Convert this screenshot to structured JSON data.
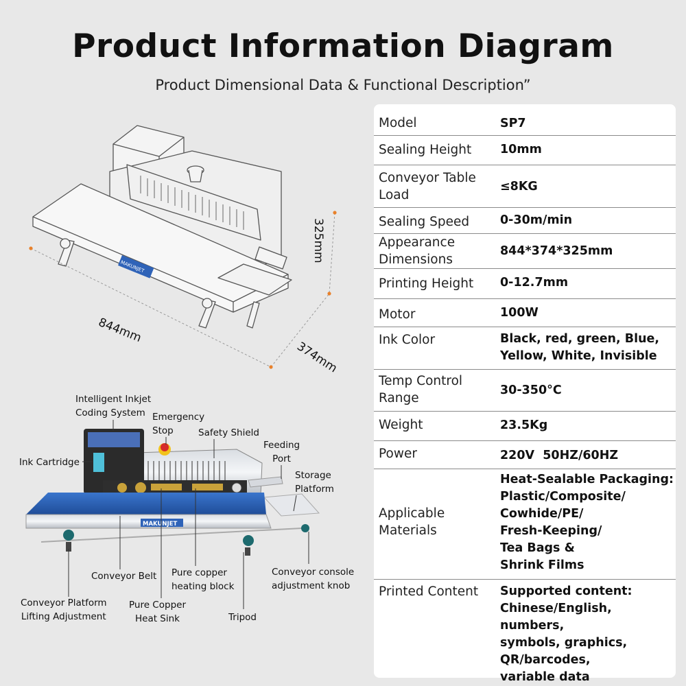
{
  "header": {
    "title": "Product Information Diagram",
    "subtitle": "Product Dimensional Data & Functional Description”"
  },
  "dimensions": {
    "length": "844mm",
    "width": "374mm",
    "height": "325mm"
  },
  "machine_logo": "MAKUNJET",
  "callouts": {
    "inkjet": [
      "Intelligent Inkjet",
      "Coding System"
    ],
    "emergency": [
      "Emergency",
      "Stop"
    ],
    "shield": "Safety Shield",
    "feeding": [
      "Feeding",
      "Port"
    ],
    "cartridge": "Ink Cartridge",
    "storage": [
      "Storage",
      "Platform"
    ],
    "belt": "Conveyor Belt",
    "copper_block": [
      "Pure copper",
      "heating block"
    ],
    "knob": [
      "Conveyor console",
      "adjustment knob"
    ],
    "lifting": [
      "Conveyor Platform",
      "Lifting Adjustment"
    ],
    "heatsink": [
      "Pure Copper",
      "Heat Sink"
    ],
    "tripod": "Tripod"
  },
  "specs": [
    {
      "label": [
        "Model"
      ],
      "value": [
        "SP7"
      ]
    },
    {
      "label": [
        "Sealing Height"
      ],
      "value": [
        "10mm"
      ]
    },
    {
      "label": [
        "Conveyor Table",
        "Load"
      ],
      "value": [
        "≤8KG"
      ]
    },
    {
      "label": [
        "Sealing Speed"
      ],
      "value": [
        "0-30m/min"
      ]
    },
    {
      "label": [
        "Appearance",
        "Dimensions"
      ],
      "value": [
        "844*374*325mm"
      ]
    },
    {
      "label": [
        "Printing Height"
      ],
      "value": [
        "0-12.7mm"
      ]
    },
    {
      "label": [
        "Motor"
      ],
      "value": [
        "100W"
      ]
    },
    {
      "label": [
        "Ink Color"
      ],
      "value": [
        "Black, red, green, Blue,",
        "Yellow, White, Invisible"
      ]
    },
    {
      "label": [
        "Temp Control",
        "Range"
      ],
      "value": [
        "30-350°C"
      ]
    },
    {
      "label": [
        "Weight"
      ],
      "value": [
        "23.5Kg"
      ]
    },
    {
      "label": [
        "Power"
      ],
      "value": [
        "220V  50HZ/60HZ"
      ]
    },
    {
      "label": [
        "Applicable",
        "Materials"
      ],
      "value": [
        "Heat-Sealable Packaging:",
        "Plastic/Composite/",
        "Cowhide/PE/",
        "Fresh-Keeping/",
        "Tea Bags &",
        "Shrink Films"
      ]
    },
    {
      "label": [
        "Printed Content"
      ],
      "value": [
        "Supported content:",
        "Chinese/English, numbers,",
        "symbols, graphics,",
        "QR/barcodes,",
        "variable data"
      ]
    }
  ],
  "colors": {
    "background": "#e8e8e8",
    "card": "#ffffff",
    "conveyor_blue": "#2f63b8",
    "accent_orange": "#e8812b",
    "emergency_red": "#d62b2b",
    "emergency_yellow": "#f2c21b"
  }
}
